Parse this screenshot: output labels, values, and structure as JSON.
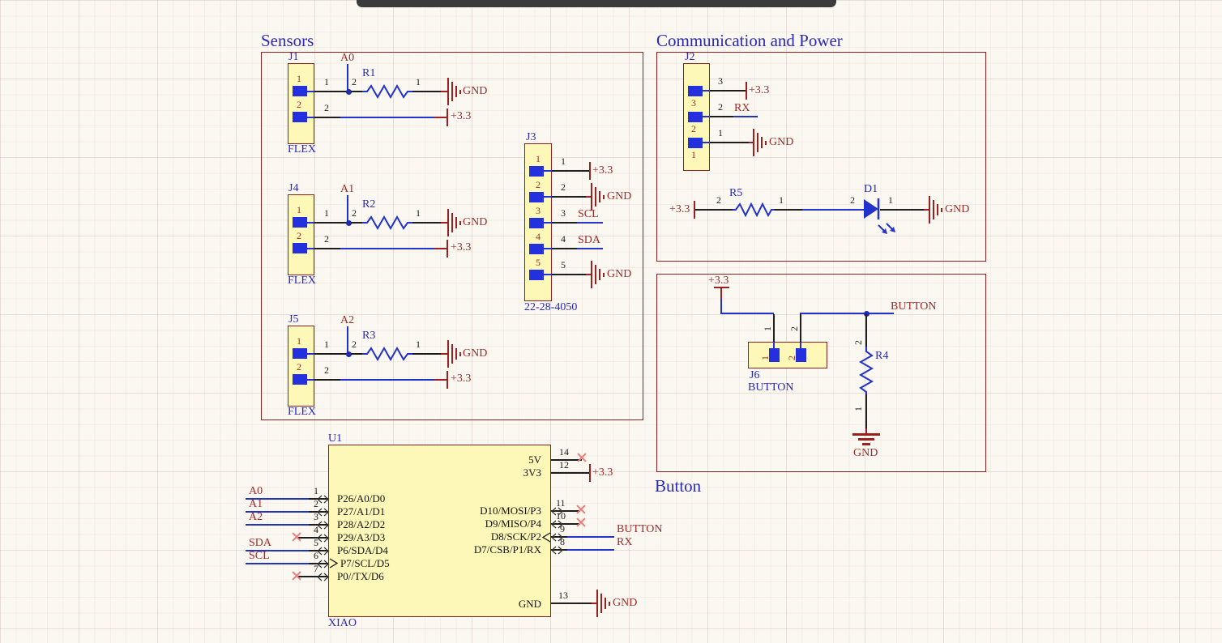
{
  "titles": {
    "sensors": "Sensors",
    "comm": "Communication and Power",
    "button": "Button"
  },
  "nets": {
    "a0": "A0",
    "a1": "A1",
    "a2": "A2",
    "sda": "SDA",
    "scl": "SCL",
    "rx": "RX",
    "button": "BUTTON",
    "gnd": "GND",
    "p33": "+3.3"
  },
  "j1": {
    "ref": "J1",
    "part": "FLEX",
    "pads": [
      "1",
      "2"
    ],
    "wire_nums": [
      "1",
      "2"
    ],
    "net": "A0",
    "gnd": "GND",
    "power": "+3.3"
  },
  "r1": {
    "ref": "R1",
    "p2": "2",
    "p1": "1"
  },
  "j4": {
    "ref": "J4",
    "part": "FLEX",
    "pads": [
      "1",
      "2"
    ],
    "wire_nums": [
      "1",
      "2"
    ],
    "net": "A1",
    "gnd": "GND",
    "power": "+3.3"
  },
  "r2": {
    "ref": "R2",
    "p2": "2",
    "p1": "1"
  },
  "j5": {
    "ref": "J5",
    "part": "FLEX",
    "pads": [
      "1",
      "2"
    ],
    "wire_nums": [
      "1",
      "2"
    ],
    "net": "A2",
    "gnd": "GND",
    "power": "+3.3"
  },
  "r3": {
    "ref": "R3",
    "p2": "2",
    "p1": "1"
  },
  "j3": {
    "ref": "J3",
    "part": "22-28-4050",
    "pads": [
      "1",
      "2",
      "3",
      "4",
      "5"
    ],
    "wire_nums": [
      "1",
      "2",
      "3",
      "4",
      "5"
    ],
    "nets": [
      "+3.3",
      "GND",
      "SCL",
      "SDA",
      "GND"
    ]
  },
  "j2": {
    "ref": "J2",
    "pads": [
      "3",
      "2",
      "1"
    ],
    "wire_nums": [
      "3",
      "2",
      "1"
    ],
    "nets": [
      "+3.3",
      "RX",
      "GND"
    ]
  },
  "led_row": {
    "power": "+3.3",
    "gnd": "GND"
  },
  "r5": {
    "ref": "R5",
    "p2": "2",
    "p1": "1"
  },
  "d1": {
    "ref": "D1",
    "p2": "2",
    "p1": "1"
  },
  "btn": {
    "power": "+3.3",
    "net": "BUTTON",
    "gnd": "GND"
  },
  "j6": {
    "ref": "J6",
    "part": "BUTTON",
    "pads": [
      "1",
      "2"
    ],
    "pins": [
      "1",
      "2"
    ]
  },
  "r4": {
    "ref": "R4",
    "p2": "2",
    "p1": "1"
  },
  "u1": {
    "ref": "U1",
    "part": "XIAO",
    "left_pins": [
      {
        "num": "1",
        "name": "P26/A0/D0",
        "net": "A0"
      },
      {
        "num": "2",
        "name": "P27/A1/D1",
        "net": "A1"
      },
      {
        "num": "3",
        "name": "P28/A2/D2",
        "net": "A2"
      },
      {
        "num": "4",
        "name": "P29/A3/D3"
      },
      {
        "num": "5",
        "name": "P6/SDA/D4",
        "net": "SDA"
      },
      {
        "num": "6",
        "name": "P7/SCL/D5",
        "net": "SCL"
      },
      {
        "num": "7",
        "name": "P0//TX/D6"
      }
    ],
    "pin14": {
      "num": "14",
      "name": "5V"
    },
    "pin12": {
      "num": "12",
      "name": "3V3",
      "net": "+3.3"
    },
    "right_pins": [
      {
        "num": "11",
        "name": "D10/MOSI/P3"
      },
      {
        "num": "10",
        "name": "D9/MISO/P4"
      },
      {
        "num": "9",
        "name": "D8/SCK/P2",
        "net": "BUTTON"
      },
      {
        "num": "8",
        "name": "D7/CSB/P1/RX",
        "net": "RX"
      }
    ],
    "pin13": {
      "num": "13",
      "name": "GND",
      "net": "GND"
    }
  },
  "colors": {
    "wire_blue": "#2133cc",
    "pin_black": "#1d1d1d",
    "symbol_red": "#9c2020",
    "label_blue": "#2929b8",
    "net_red": "#9e2b28",
    "pad_blue": "#2430dd",
    "body_fill": "#fdf8b7",
    "body_border": "#8e1f1f",
    "no_connect": "#ea7d78"
  }
}
